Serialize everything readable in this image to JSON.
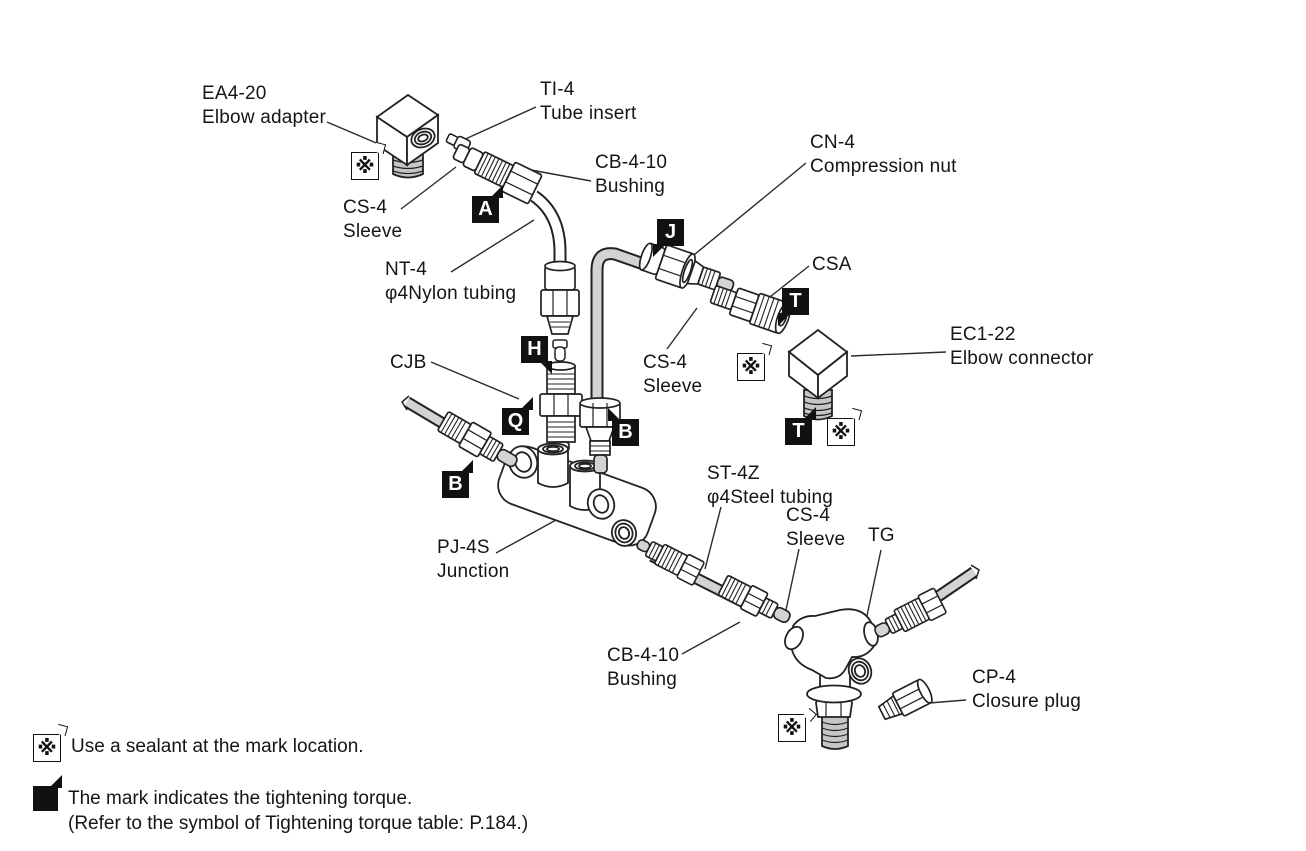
{
  "parts": {
    "ea420": {
      "code": "EA4-20",
      "name": "Elbow adapter"
    },
    "ti4": {
      "code": "TI-4",
      "name": "Tube insert"
    },
    "cb410_top": {
      "code": "CB-4-10",
      "name": "Bushing"
    },
    "cn4": {
      "code": "CN-4",
      "name": "Compression nut"
    },
    "cs4_top": {
      "code": "CS-4",
      "name": "Sleeve"
    },
    "nt4": {
      "code": "NT-4",
      "name": "φ4Nylon tubing"
    },
    "csa": {
      "code": "CSA"
    },
    "ec122": {
      "code": "EC1-22",
      "name": "Elbow connector"
    },
    "cjb": {
      "code": "CJB"
    },
    "cs4_mid": {
      "code": "CS-4",
      "name": "Sleeve"
    },
    "pj4s": {
      "code": "PJ-4S",
      "name": "Junction"
    },
    "st4z": {
      "code": "ST-4Z",
      "name": "φ4Steel tubing"
    },
    "cs4_bottom": {
      "code": "CS-4",
      "name": "Sleeve"
    },
    "tg": {
      "code": "TG"
    },
    "cb410_bottom": {
      "code": "CB-4-10",
      "name": "Bushing"
    },
    "cp4": {
      "code": "CP-4",
      "name": "Closure plug"
    }
  },
  "torque_badges": {
    "a": "A",
    "j": "J",
    "h": "H",
    "q": "Q",
    "b_left": "B",
    "b_center": "B",
    "t_upper": "T",
    "t_lower": "T"
  },
  "sealant_symbol": "※",
  "legend": {
    "sealant_note": "Use a sealant at the mark location.",
    "torque_note_line1": "The mark indicates the tightening torque.",
    "torque_note_line2": "(Refer to the symbol of Tightening torque table: P.184.)"
  },
  "colors": {
    "background": "#ffffff",
    "outline": "#222222",
    "tube_fill": "#d3d3d3",
    "thread_fill": "#c6c6c6",
    "badge_bg": "#111111",
    "badge_text": "#ffffff"
  }
}
